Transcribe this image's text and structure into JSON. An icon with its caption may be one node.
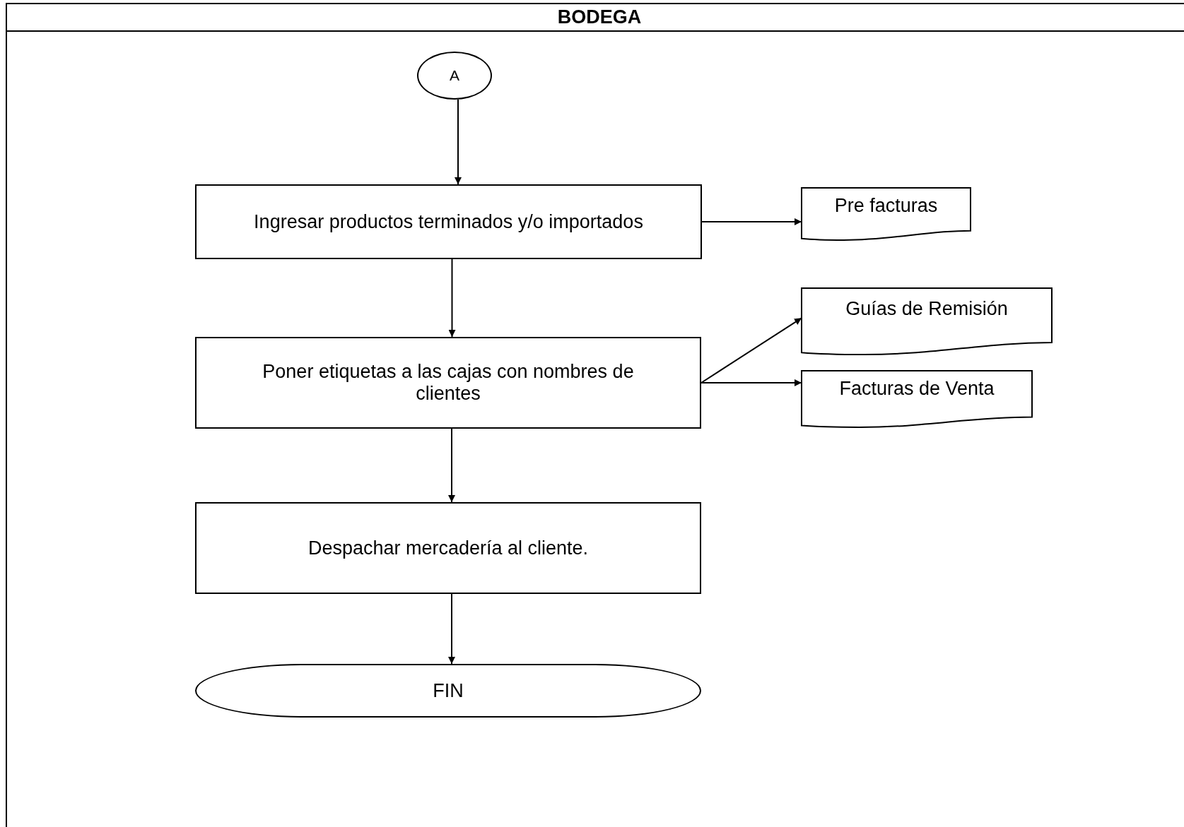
{
  "diagram": {
    "nodes": [
      {
        "text": [
          "BODEGA"
        ]
      },
      {
        "text": [
          "A"
        ],
        "in": 0
      },
      {
        "text": [
          "Ingresar productos terminados y/o importados"
        ],
        "in": 0
      },
      {
        "text": [
          "Pre facturas"
        ],
        "in": 0
      },
      {
        "text": [
          "Poner etiquetas a las cajas con nombres de clientes"
        ],
        "in": 0
      },
      {
        "text": [
          "Guías de Remisión"
        ],
        "in": 0
      },
      {
        "text": [
          "Facturas de Venta"
        ],
        "in": 0
      },
      {
        "text": [
          "Despachar mercadería al cliente."
        ],
        "in": 0
      },
      {
        "text": [
          "FIN"
        ],
        "in": 0
      }
    ],
    "edges": [
      {
        "from": 1,
        "to": 2,
        "arrow": "to"
      },
      {
        "from": 2,
        "to": 3,
        "arrow": "to"
      },
      {
        "from": 2,
        "to": 4,
        "arrow": "to"
      },
      {
        "from": 4,
        "to": 5,
        "arrow": "to"
      },
      {
        "from": 4,
        "to": 6,
        "arrow": "to"
      },
      {
        "from": 4,
        "to": 7,
        "arrow": "to"
      },
      {
        "from": 7,
        "to": 8,
        "arrow": "to"
      }
    ]
  }
}
